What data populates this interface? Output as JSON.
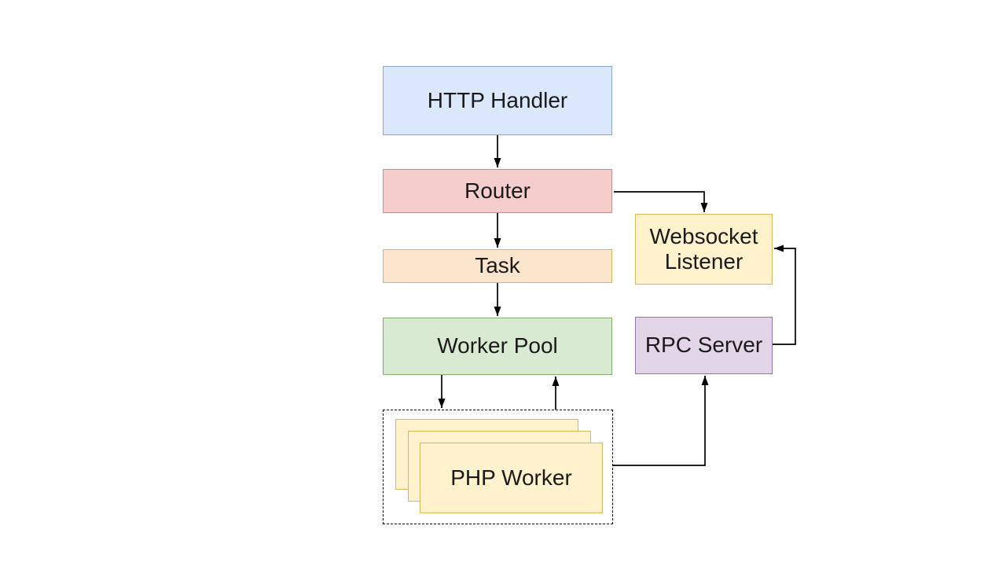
{
  "diagram": {
    "type": "flowchart",
    "background": "#ffffff",
    "text_color": "#1a1a1a",
    "arrow_color": "#000000",
    "nodes": {
      "http_handler": {
        "label": "HTTP Handler",
        "fill": "#dbe8fb",
        "border": "#8fa8c8"
      },
      "router": {
        "label": "Router",
        "fill": "#f5cdcd",
        "border": "#c98f8f"
      },
      "task": {
        "label": "Task",
        "fill": "#fce5cd",
        "border": "#d6b656"
      },
      "worker_pool": {
        "label": "Worker Pool",
        "fill": "#d9ead3",
        "border": "#85ab6e"
      },
      "websocket_listener": {
        "label": "Websocket Listener",
        "fill": "#fff2cc",
        "border": "#d6b656"
      },
      "rpc_server": {
        "label": "RPC Server",
        "fill": "#e1d5e7",
        "border": "#9673a6"
      },
      "php_worker": {
        "label": "PHP Worker",
        "fill": "#fff2cc",
        "border": "#d6b656",
        "stacked_cards": 3,
        "container_border": "dashed"
      }
    },
    "edges": [
      {
        "from": "HTTP Handler",
        "to": "Router"
      },
      {
        "from": "Router",
        "to": "Task"
      },
      {
        "from": "Router",
        "to": "Websocket Listener"
      },
      {
        "from": "Task",
        "to": "Worker Pool"
      },
      {
        "from": "Worker Pool",
        "to": "PHP Worker"
      },
      {
        "from": "PHP Worker",
        "to": "Worker Pool"
      },
      {
        "from": "PHP Worker",
        "to": "RPC Server"
      },
      {
        "from": "RPC Server",
        "to": "Websocket Listener"
      }
    ]
  }
}
